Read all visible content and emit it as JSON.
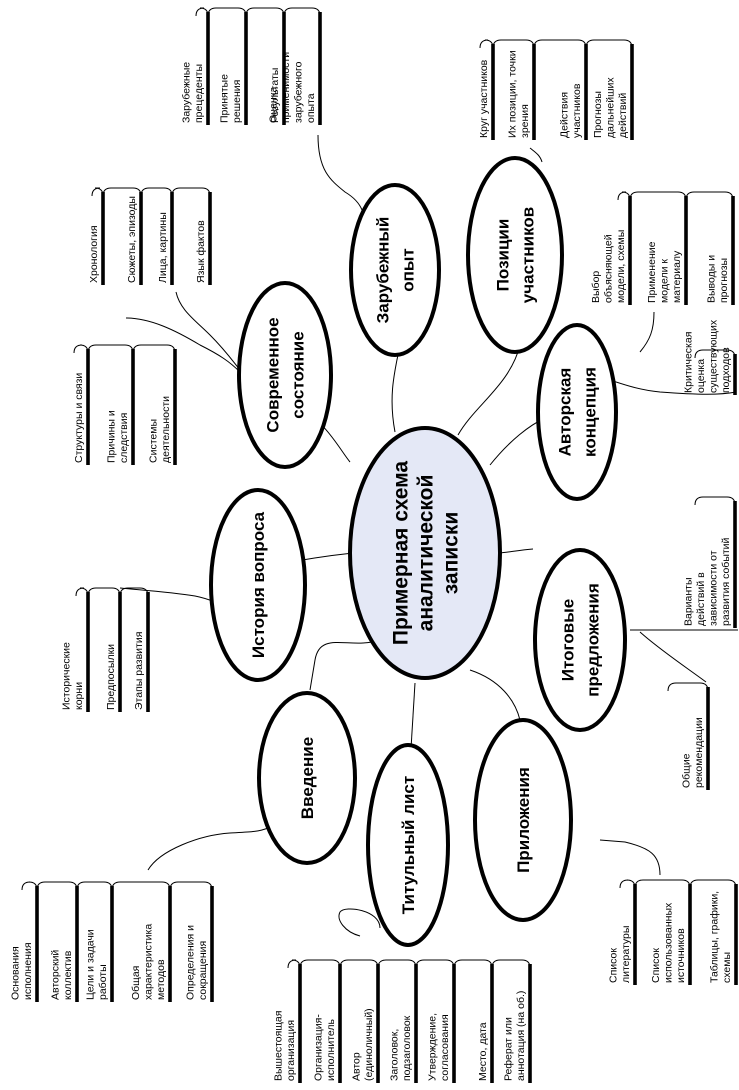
{
  "center": {
    "label": [
      "Примерная схема",
      "аналитической",
      "записки"
    ]
  },
  "nodes": {
    "zarubezhny": {
      "label": [
        "Зарубежный",
        "опыт"
      ]
    },
    "pozicii": {
      "label": [
        "Позиции",
        "участников"
      ]
    },
    "sovremennoe": {
      "label": [
        "Современное",
        "состояние"
      ]
    },
    "avtorskaya": {
      "label": [
        "Авторская",
        "концепция"
      ]
    },
    "istoriya": {
      "label": [
        "История вопроса"
      ]
    },
    "itogovye": {
      "label": [
        "Итоговые",
        "предложения"
      ]
    },
    "vvedenie": {
      "label": [
        "Введение"
      ]
    },
    "titulny": {
      "label": [
        "Титульный лист"
      ]
    },
    "prilozheniya": {
      "label": [
        "Приложения"
      ]
    }
  },
  "groups": {
    "zarubezhny": [
      [
        "Зарубежные",
        "прецеденты"
      ],
      [
        "Принятые",
        "решения"
      ],
      [
        "Результаты"
      ],
      [
        "Оценка",
        "применимости",
        "зарубежного",
        "опыта"
      ]
    ],
    "pozicii": [
      [
        "Круг участников"
      ],
      [
        "Их позиции, точки",
        "зрения"
      ],
      [
        "Действия",
        "участников"
      ],
      [
        "Прогнозы",
        "дальнейших",
        "действий"
      ]
    ],
    "sovremennoe_top": [
      [
        "Хронология"
      ],
      [
        "Сюжеты, эпизоды"
      ],
      [
        "Лица, картины"
      ],
      [
        "Язык фактов"
      ]
    ],
    "sovremennoe_bottom": [
      [
        "Структуры и связи"
      ],
      [
        "Причины и",
        "следствия"
      ],
      [
        "Системы",
        "деятельности"
      ]
    ],
    "avtorskaya_top": [
      [
        "Выбор",
        "объясняющей",
        "модели, схемы"
      ],
      [
        "Применение",
        "модели к",
        "материалу"
      ],
      [
        "Выводы и",
        "прогнозы"
      ]
    ],
    "avtorskaya_single": [
      [
        "Критическая",
        "оценка",
        "существующих",
        "подходов"
      ]
    ],
    "istoriya": [
      [
        "Исторические",
        "корни"
      ],
      [
        "Предпосылки"
      ],
      [
        "Этапы развития"
      ]
    ],
    "itogovye_top": [
      [
        "Варианты",
        "действий в",
        "зависимости от",
        "развития событий"
      ]
    ],
    "itogovye_bottom": [
      [
        "Общие",
        "рекомендации"
      ]
    ],
    "vvedenie": [
      [
        "Основания",
        "исполнения"
      ],
      [
        "Авторский",
        "коллектив"
      ],
      [
        "Цели и задачи",
        "работы"
      ],
      [
        "Общая",
        "характеристика",
        "методов"
      ],
      [
        "Определения и",
        "сокращения"
      ]
    ],
    "titulny": [
      [
        "Вышестоящая",
        "организация"
      ],
      [
        "Организация-",
        "исполнитель"
      ],
      [
        "Автор",
        "(единоличный)"
      ],
      [
        "Заголовок,",
        "подзаголовок"
      ],
      [
        "Утверждение,",
        "согласования"
      ],
      [
        "Место, дата"
      ],
      [
        "Реферат или",
        "аннотация (на об.)"
      ]
    ],
    "prilozheniya": [
      [
        "Список",
        "литературы"
      ],
      [
        "Список",
        "использованных",
        "источников"
      ],
      [
        "Таблицы, графики,",
        "схемы"
      ]
    ]
  }
}
